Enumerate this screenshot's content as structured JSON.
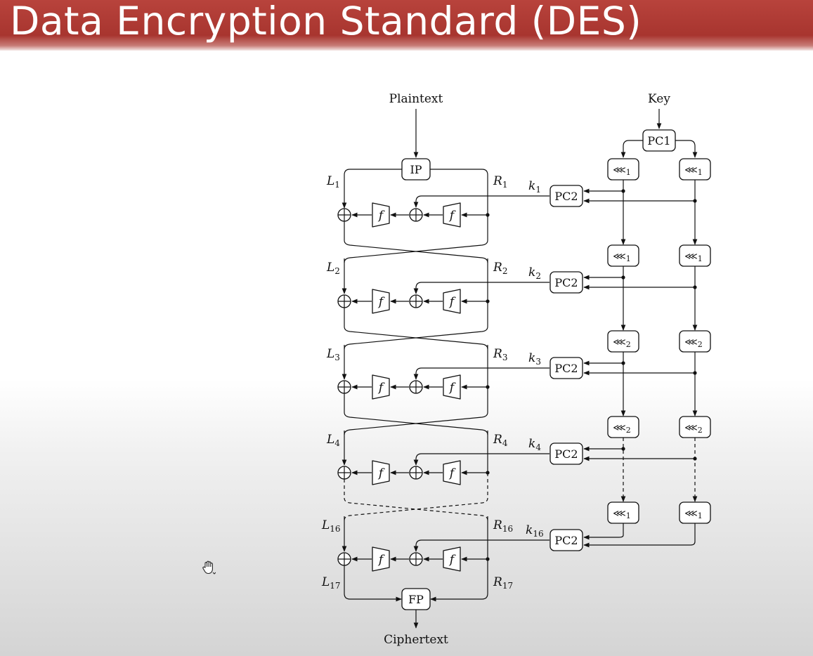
{
  "slide": {
    "title": "Data Encryption Standard (DES)"
  },
  "diagram": {
    "plaintext_label": "Plaintext",
    "key_label": "Key",
    "ciphertext_label": "Ciphertext",
    "ip_label": "IP",
    "fp_label": "FP",
    "pc1_label": "PC1",
    "pc2_label": "PC2",
    "f_symbol": "f",
    "rounds": [
      {
        "l_base": "L",
        "l_sub": "1",
        "r_base": "R",
        "r_sub": "1",
        "k_base": "k",
        "k_sub": "1",
        "shift": "1"
      },
      {
        "l_base": "L",
        "l_sub": "2",
        "r_base": "R",
        "r_sub": "2",
        "k_base": "k",
        "k_sub": "2",
        "shift": "1"
      },
      {
        "l_base": "L",
        "l_sub": "3",
        "r_base": "R",
        "r_sub": "3",
        "k_base": "k",
        "k_sub": "3",
        "shift": "2"
      },
      {
        "l_base": "L",
        "l_sub": "4",
        "r_base": "R",
        "r_sub": "4",
        "k_base": "k",
        "k_sub": "4",
        "shift": "2"
      },
      {
        "l_base": "L",
        "l_sub": "16",
        "r_base": "R",
        "r_sub": "16",
        "k_base": "k",
        "k_sub": "16",
        "shift": "1"
      }
    ],
    "final": {
      "l_base": "L",
      "l_sub": "17",
      "r_base": "R",
      "r_sub": "17"
    }
  }
}
